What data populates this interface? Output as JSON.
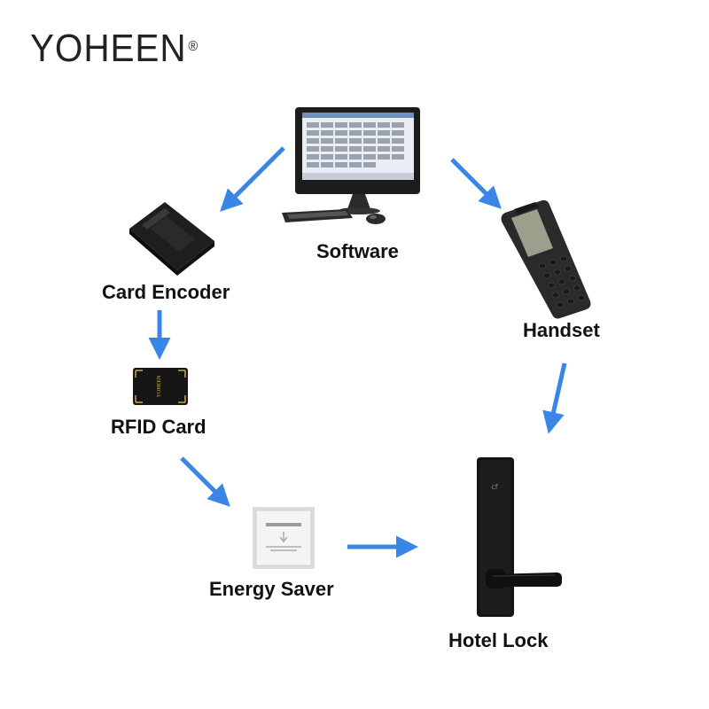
{
  "brand": {
    "name": "YOHEEN",
    "mark": "®"
  },
  "colors": {
    "arrow": "#3a86e8",
    "device_dark": "#1a1a1a"
  },
  "nodes": {
    "software": {
      "label": "Software",
      "icon": "computer-icon"
    },
    "card_encoder": {
      "label": "Card Encoder",
      "icon": "card-encoder-icon"
    },
    "rfid_card": {
      "label": "RFID Card",
      "icon": "rfid-card-icon",
      "card_text": "YOHEEN"
    },
    "energy_saver": {
      "label": "Energy Saver",
      "icon": "energy-saver-icon"
    },
    "handset": {
      "label": "Handset",
      "icon": "handset-icon"
    },
    "hotel_lock": {
      "label": "Hotel Lock",
      "icon": "hotel-lock-icon"
    }
  },
  "edges": [
    {
      "from": "software",
      "to": "card_encoder"
    },
    {
      "from": "software",
      "to": "handset"
    },
    {
      "from": "card_encoder",
      "to": "rfid_card"
    },
    {
      "from": "rfid_card",
      "to": "energy_saver"
    },
    {
      "from": "energy_saver",
      "to": "hotel_lock"
    },
    {
      "from": "handset",
      "to": "hotel_lock"
    }
  ]
}
